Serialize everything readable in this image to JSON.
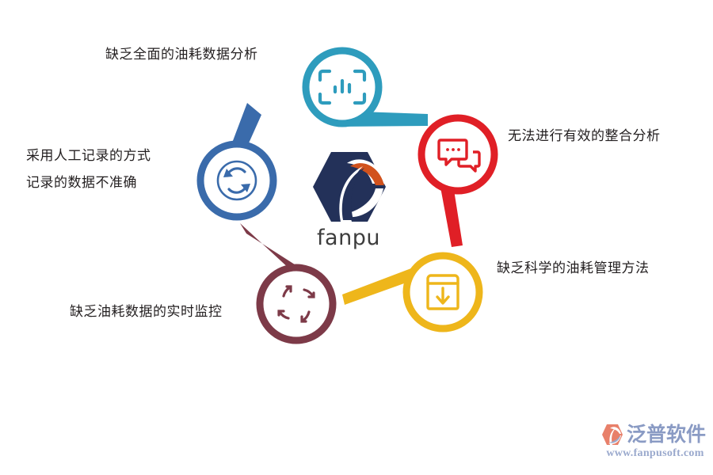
{
  "diagram": {
    "title_text": "",
    "nodes": [
      {
        "id": "analysis",
        "label": "缺乏全面的油耗数据分析",
        "icon": "bar-chart-icon",
        "color": "#2e9cbd",
        "position": "top"
      },
      {
        "id": "manual-record",
        "label_line1": "采用人工记录的方式",
        "label_line2": "记录的数据不准确",
        "icon": "sync-refresh-icon",
        "color": "#3a6bab",
        "position": "left"
      },
      {
        "id": "integration",
        "label": "无法进行有效的整合分析",
        "icon": "chat-bubbles-icon",
        "color": "#e01f26",
        "position": "right-top"
      },
      {
        "id": "management-method",
        "label": "缺乏科学的油耗管理方法",
        "icon": "archive-download-icon",
        "color": "#eeb61b",
        "position": "right-bottom"
      },
      {
        "id": "realtime-monitor",
        "label": "缺乏油耗数据的实时监控",
        "icon": "recycle-arrows-icon",
        "color": "#7d3a48",
        "position": "bottom-left"
      }
    ]
  },
  "brand": {
    "name": "fanpu",
    "logo_icon": "fanpu-hexagon-logo",
    "colors": {
      "navy": "#233159",
      "orange": "#d1521d"
    }
  },
  "watermark": {
    "logo_icon": "fanpusoft-logo",
    "company": "泛普软件",
    "url": "www.fanpusoft.com",
    "color": "#8a9bc4"
  },
  "palette": {
    "teal": "#2e9cbd",
    "blue": "#3a6bab",
    "red": "#e01f26",
    "gold": "#eeb61b",
    "maroon": "#7d3a48",
    "text": "#231f20",
    "background": "#ffffff"
  }
}
